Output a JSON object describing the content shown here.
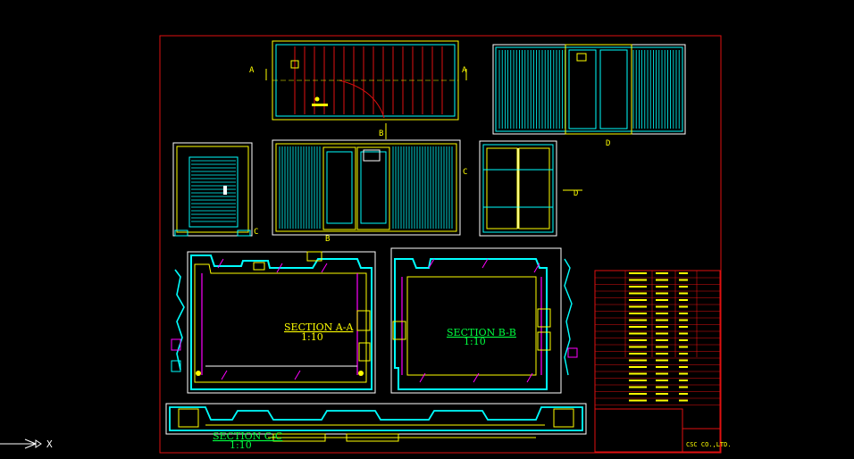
{
  "colors": {
    "background": "#000000",
    "frame": "#e01010",
    "cyan": "#00ffff",
    "yellow": "#ffff00",
    "white": "#ffffff",
    "green": "#00ff40",
    "magenta": "#ff00ff",
    "red": "#ff2020"
  },
  "view_labels": {
    "a_left": "A",
    "a_right": "A",
    "b_top": "B",
    "c_right": "C",
    "c_left": "C",
    "b_bottom": "B",
    "d_top": "D",
    "d_right": "D"
  },
  "sections": {
    "aa_title": "SECTION A-A",
    "aa_scale": "1:10",
    "bb_title": "SECTION B-B",
    "bb_scale": "1:10",
    "cc_title": "SECTION C-C",
    "cc_scale": "1:10"
  },
  "ucs_icon": {
    "axis": "X"
  },
  "title_block": {
    "stamp": "CSC CO.,LTD."
  }
}
